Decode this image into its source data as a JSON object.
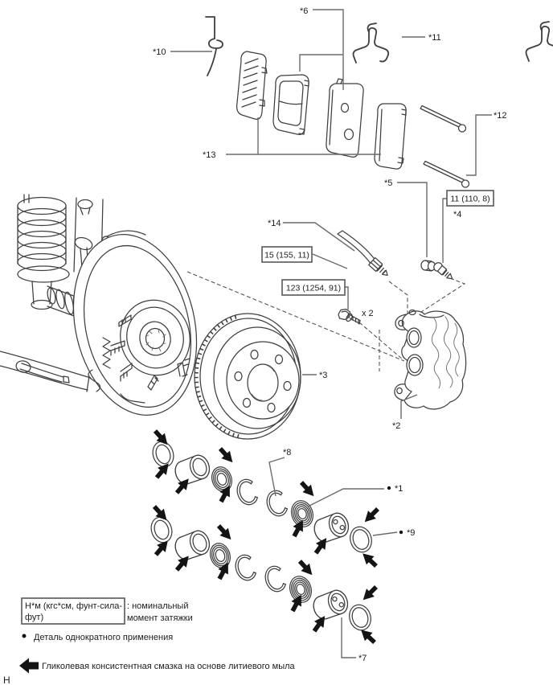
{
  "colors": {
    "background": "#ffffff",
    "line_art": "#3f3f3f",
    "leader_line": "#6b6c6e",
    "text": "#1c1c1c",
    "arrow_black": "#141414"
  },
  "callouts": [
    {
      "label": "*6",
      "bullet": false
    },
    {
      "label": "*10",
      "bullet": false
    },
    {
      "label": "*11",
      "bullet": false
    },
    {
      "label": "*12",
      "bullet": false
    },
    {
      "label": "*13",
      "bullet": false
    },
    {
      "label": "*5",
      "bullet": false
    },
    {
      "label": "*4",
      "bullet": false
    },
    {
      "label": "*14",
      "bullet": false
    },
    {
      "label": "*3",
      "bullet": false
    },
    {
      "label": "*2",
      "bullet": false
    },
    {
      "label": "*8",
      "bullet": false
    },
    {
      "label": "*1",
      "bullet": true
    },
    {
      "label": "*9",
      "bullet": true
    },
    {
      "label": "*7",
      "bullet": false
    }
  ],
  "torque_specs": [
    {
      "value": "11 (110, 8)"
    },
    {
      "value": "15 (155, 11)"
    },
    {
      "value": "123 (1254, 91)"
    }
  ],
  "quantity_note": "x 2",
  "legend": {
    "torque_unit_line1": "Н*м (кгс*см, фунт-сила-",
    "torque_unit_line2": "фут)",
    "torque_meaning_line1": ": номинальный",
    "torque_meaning_line2": "момент затяжки",
    "non_reusable": "Деталь однократного применения",
    "grease": "Гликолевая консистентная смазка на основе литиевого мыла"
  },
  "footer": {
    "page_char": "Н"
  }
}
